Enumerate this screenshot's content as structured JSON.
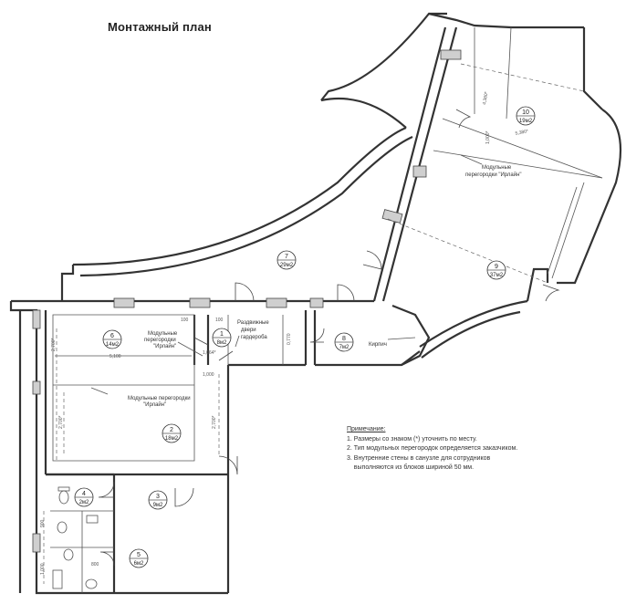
{
  "title": "Монтажный план",
  "rooms": [
    {
      "id": "r1",
      "number": "1",
      "area": "8м2"
    },
    {
      "id": "r2",
      "number": "2",
      "area": "18м2"
    },
    {
      "id": "r3",
      "number": "3",
      "area": "9м2"
    },
    {
      "id": "r4",
      "number": "4",
      "area": "2м2"
    },
    {
      "id": "r5",
      "number": "5",
      "area": "6м2"
    },
    {
      "id": "r6",
      "number": "6",
      "area": "14м2"
    },
    {
      "id": "r7",
      "number": "7",
      "area": "29м2"
    },
    {
      "id": "r8",
      "number": "8",
      "area": "7м2"
    },
    {
      "id": "r9",
      "number": "9",
      "area": "37м2"
    },
    {
      "id": "r10",
      "number": "10",
      "area": "19м2"
    }
  ],
  "labels": {
    "partition_r6_line1": "Модульные",
    "partition_r6_line2": "перегородки",
    "partition_r6_line3": "\"Ирлайн\"",
    "partition_r2_line1": "Модульные перегородки",
    "partition_r2_line2": "\"Ирлайн\"",
    "partition_r9_line1": "Модульные",
    "partition_r9_line2": "перегородки \"Ирлайн\"",
    "wardrobe_line1": "Раздвижные",
    "wardrobe_line2": "двери",
    "wardrobe_line3": "гардероба",
    "brick": "Кирпич"
  },
  "dimensions": {
    "d1": "2,700*",
    "d2": "5,100",
    "d3": "1,064*",
    "d4": "100",
    "d5": "100",
    "d6": "2,700*",
    "d7": "2,700*",
    "d8": "1,000*",
    "d9": "4,380*",
    "d10": "5,380*",
    "d11": "0,770",
    "d12": "1,000",
    "d13": "900",
    "d14": "1,000",
    "d15": "800"
  },
  "notes": {
    "heading": "Примечание:",
    "items": [
      "1. Размеры со знаком (*) уточнить по месту.",
      "2. Тип модульных перегородок определяется заказчиком.",
      "3. Внутренние стены в санузле для сотрудников",
      "    выполняются из блоков шириной 50 мм."
    ]
  }
}
